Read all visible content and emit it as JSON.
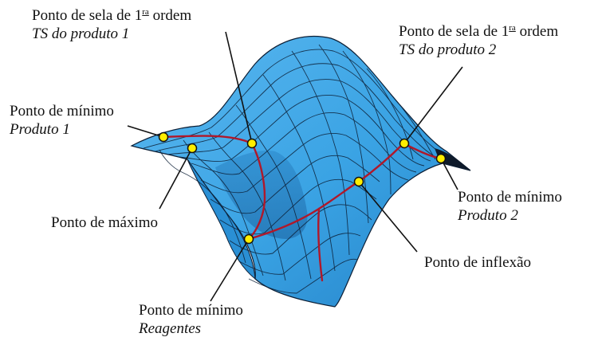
{
  "diagram": {
    "colors": {
      "surface": "#3aa3e4",
      "surface_dark": "#1d6fb0",
      "mesh": "#0c1f36",
      "path": "#b0182a",
      "point": "#ffee00"
    },
    "labels": {
      "ts1": {
        "prefix": "Ponto de sela de 1",
        "sup": "ra",
        "suffix": " ordem",
        "sub": "TS do produto 1"
      },
      "ts2": {
        "prefix": "Ponto de sela de 1",
        "sup": "ra",
        "suffix": " ordem",
        "sub": "TS do produto 2"
      },
      "min_prod1": {
        "line1": "Ponto de mínimo",
        "sub": "Produto 1"
      },
      "max": {
        "line1": "Ponto de máximo"
      },
      "min_prod2": {
        "line1": "Ponto de mínimo",
        "sub": "Produto 2"
      },
      "inflexao": {
        "line1": "Ponto de inflexão"
      },
      "min_reag": {
        "line1": "Ponto de mínimo",
        "sub": "Reagentes"
      }
    }
  }
}
